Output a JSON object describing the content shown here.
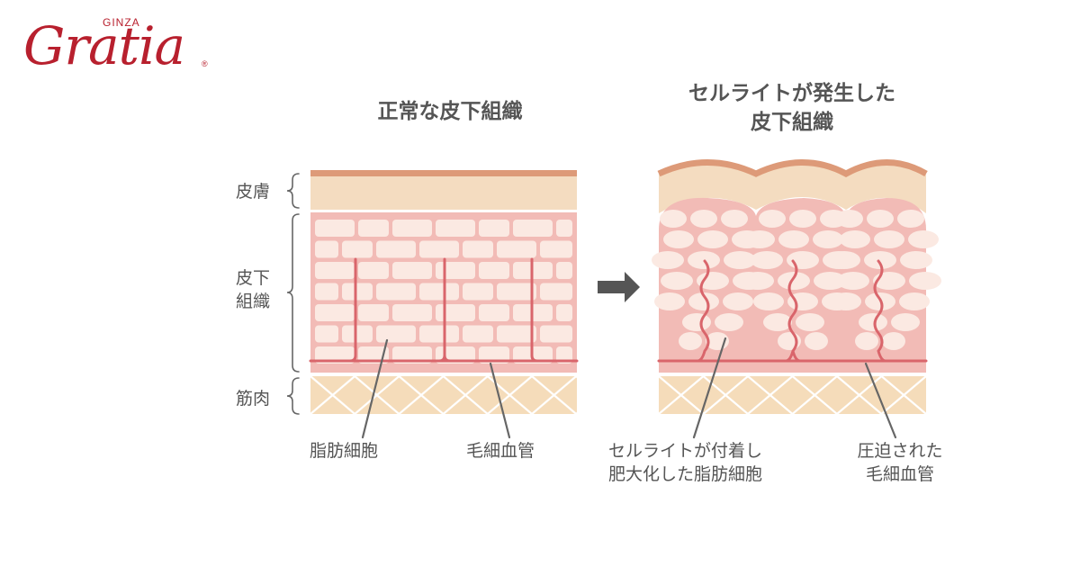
{
  "brand": {
    "small": "GINZA",
    "script": "Gratia",
    "reg": "®"
  },
  "titles": {
    "normal": "正常な皮下組織",
    "cellulite_line1": "セルライトが発生した",
    "cellulite_line2": "皮下組織"
  },
  "layers": {
    "skin": "皮膚",
    "subcutis_line1": "皮下",
    "subcutis_line2": "組織",
    "muscle": "筋肉"
  },
  "callouts": {
    "fat_cell": "脂肪細胞",
    "capillary": "毛細血管",
    "enlarged_line1": "セルライトが付着し",
    "enlarged_line2": "肥大化した脂肪細胞",
    "compressed_line1": "圧迫された",
    "compressed_line2": "毛細血管"
  },
  "colors": {
    "text": "#555555",
    "brand": "#b8202e",
    "skin": "#f4dcc0",
    "skin_top": "#dd9a78",
    "subcutis_bg": "#f2bbb6",
    "fat_cell": "#fbe9e2",
    "vessel": "#d9656b",
    "muscle": "#f5dcba",
    "muscle_line": "#ffffff",
    "bracket": "#666666",
    "arrow": "#555555"
  }
}
